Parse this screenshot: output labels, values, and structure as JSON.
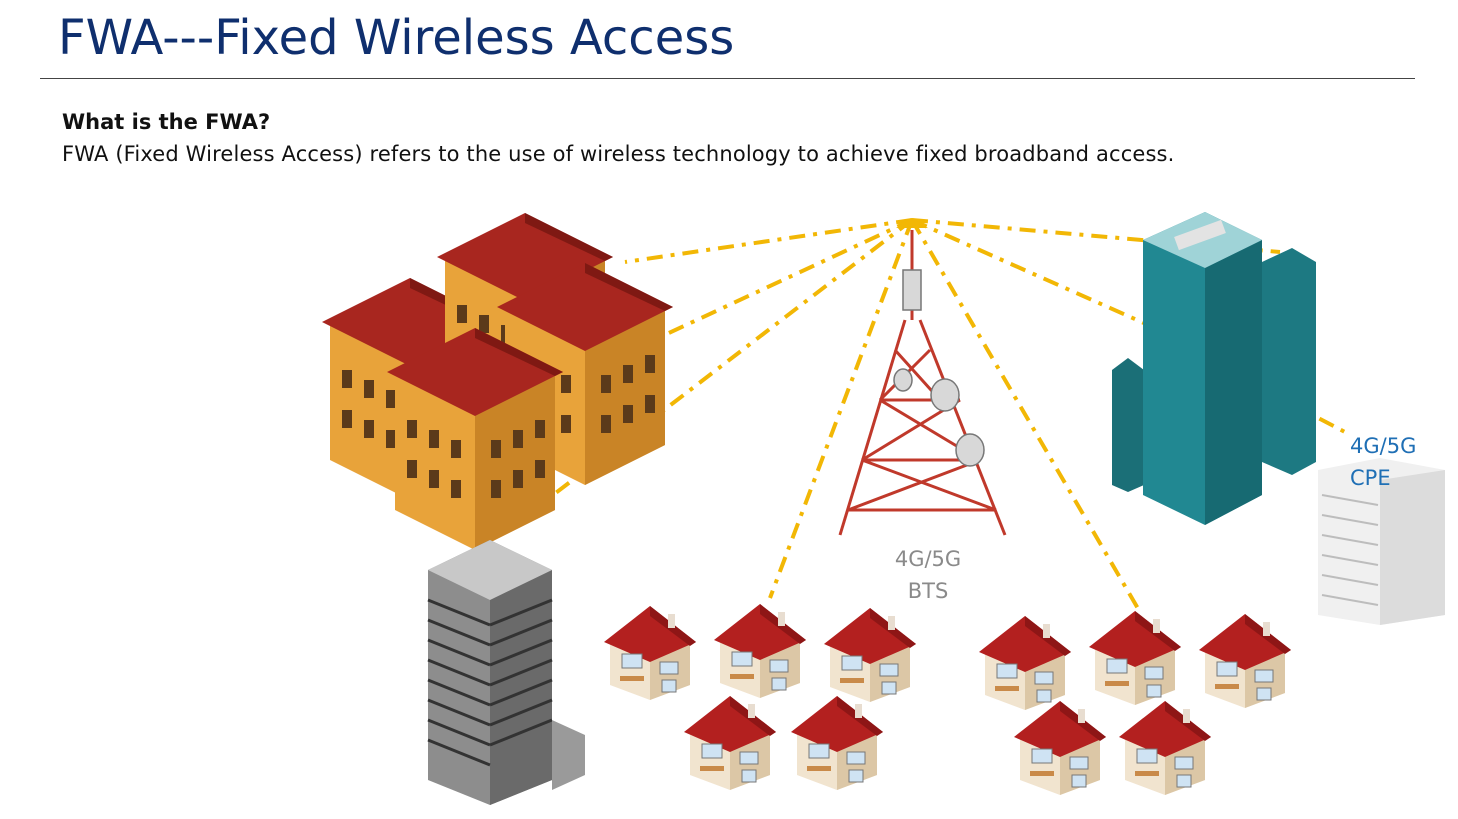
{
  "slide": {
    "title": "FWA---Fixed Wireless Access",
    "question": "What is the FWA?",
    "definition": "FWA (Fixed Wireless Access) refers to the use of wireless technology to achieve fixed broadband access."
  },
  "labels": {
    "bts_line1": "4G/5G",
    "bts_line2": "BTS",
    "cpe_line1": "4G/5G",
    "cpe_line2": "CPE"
  },
  "colors": {
    "title": "#0f2f6e",
    "signal": "#f2b705",
    "tower": "#c0392b",
    "roof": "#a8261f",
    "apartment_wall": "#e8a33a",
    "teal_tower": "#1f7e86",
    "cpe_text": "#1f6fb5"
  }
}
